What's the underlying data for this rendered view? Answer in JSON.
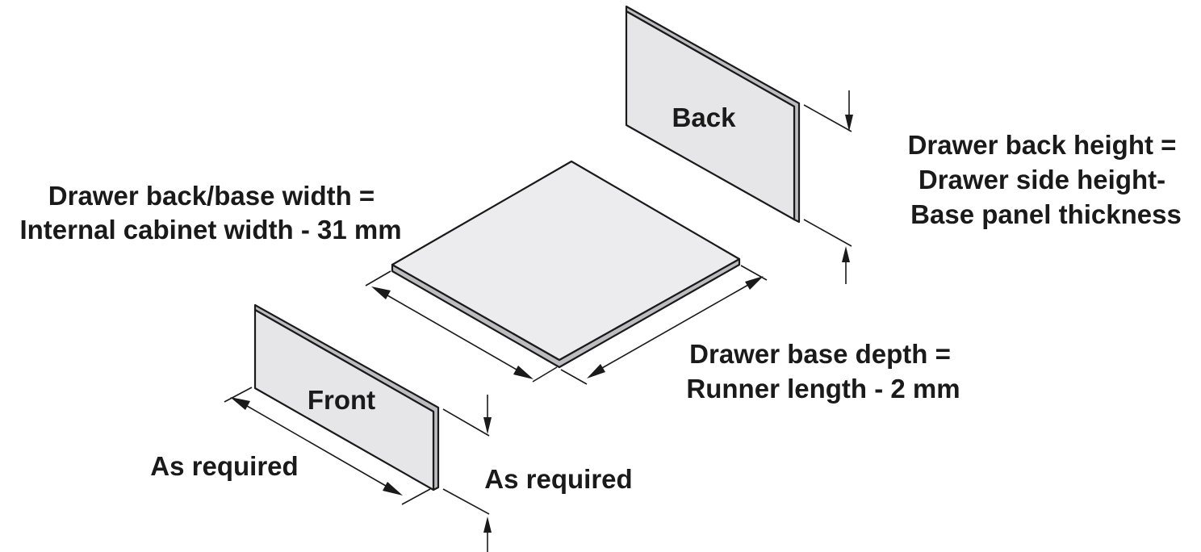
{
  "diagram": {
    "panels": {
      "back": "Back",
      "base": "",
      "front": "Front"
    },
    "labels": {
      "back_height": [
        "Drawer back height =",
        "Drawer side height-",
        "Base panel thickness"
      ],
      "base_width": [
        "Drawer back/base width =",
        "Internal cabinet width - 31 mm"
      ],
      "base_depth": [
        "Drawer base depth =",
        "Runner length - 2 mm"
      ],
      "front_width": "As required",
      "front_height": "As required"
    },
    "colors": {
      "panel_face": "#e6e6e8",
      "panel_edge": "#bdbdc0",
      "line": "#1a1a1a"
    }
  }
}
